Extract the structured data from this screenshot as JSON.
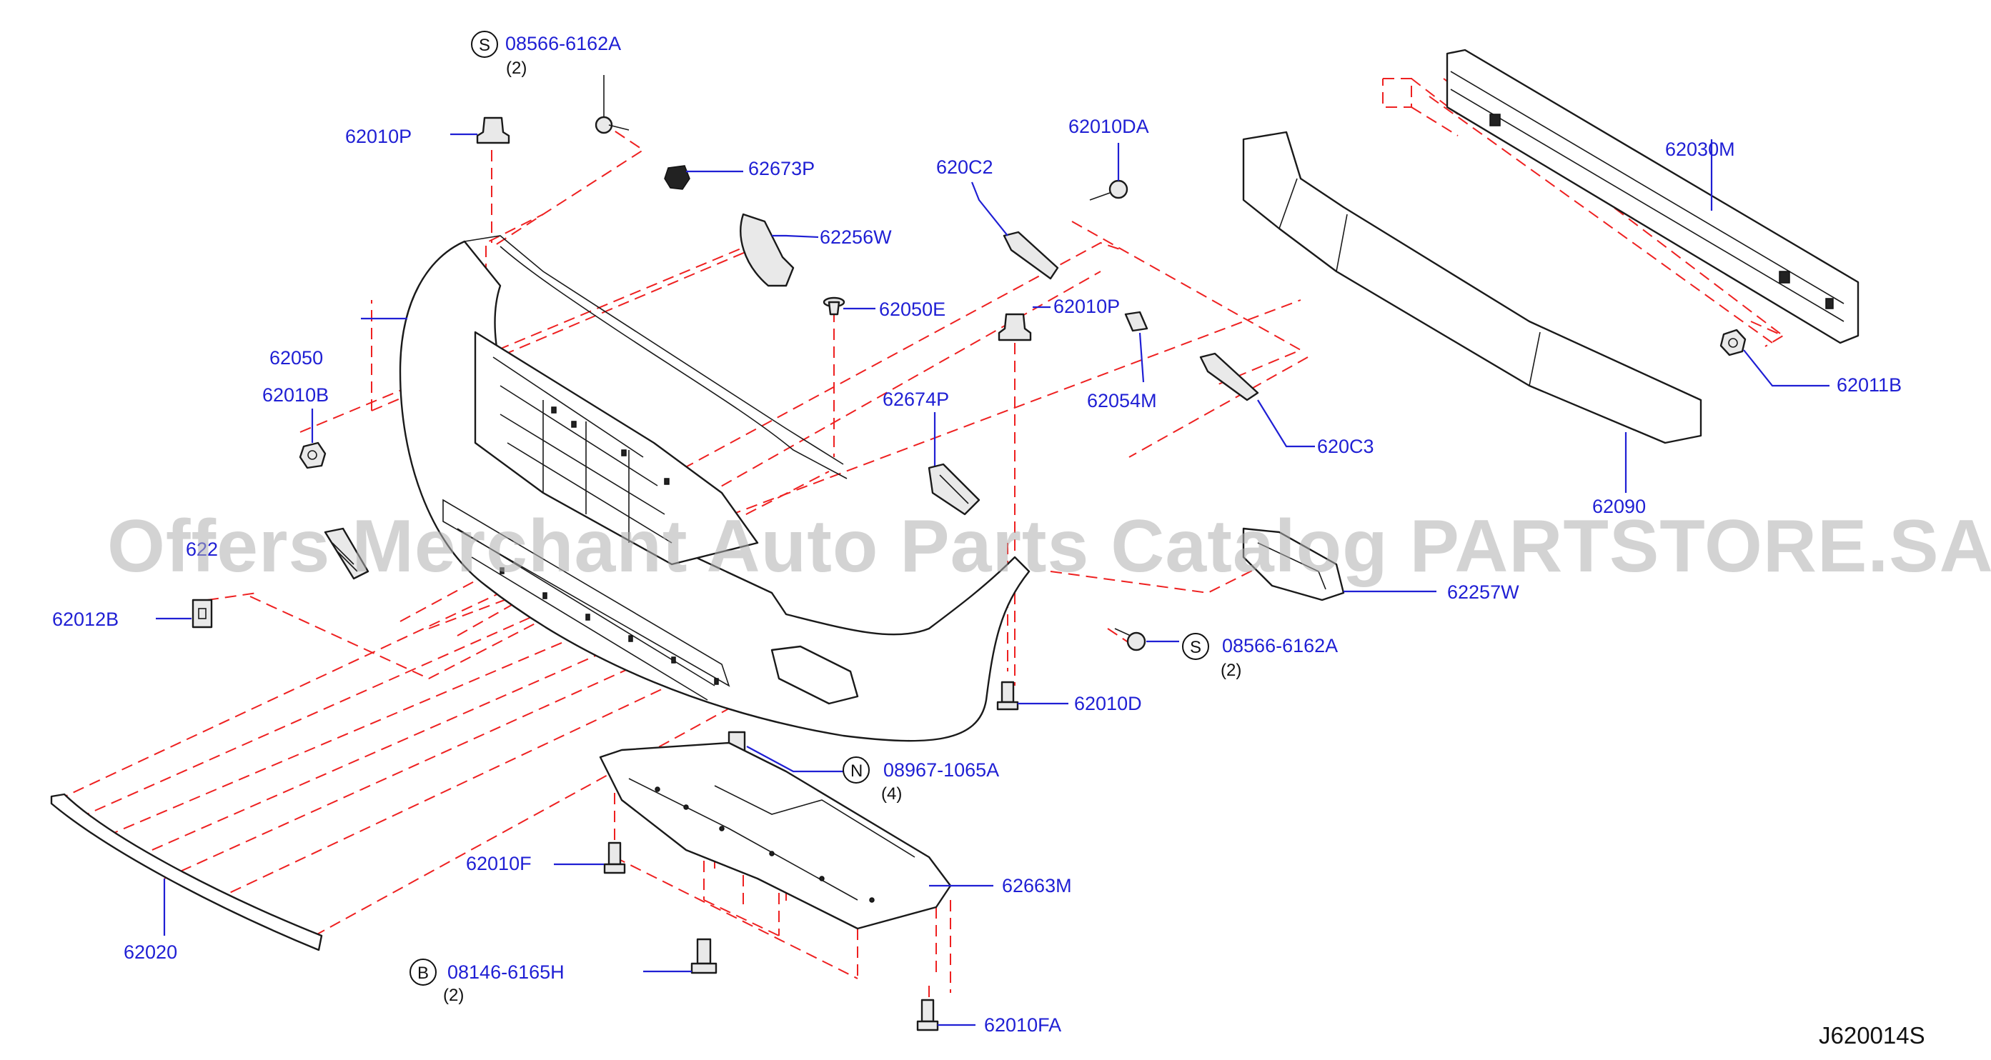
{
  "diagram": {
    "code": "J620014S",
    "watermark": "Offers Merchant Auto Parts Catalog PARTSTORE.SA",
    "colors": {
      "label": "#1f1fd4",
      "dash": "#ee2020",
      "outline": "#1a1a1a"
    }
  },
  "callouts": [
    {
      "id": "62010P_top",
      "text": "62010P"
    },
    {
      "id": "08566_top",
      "prefix": "S",
      "text": "08566-6162A",
      "qty": "(2)"
    },
    {
      "id": "62673P",
      "text": "62673P"
    },
    {
      "id": "62256W",
      "text": "62256W"
    },
    {
      "id": "62050E",
      "text": "62050E"
    },
    {
      "id": "62050",
      "text": "62050"
    },
    {
      "id": "62010B",
      "text": "62010B"
    },
    {
      "id": "622B_partial",
      "text": "622"
    },
    {
      "id": "62012B",
      "text": "62012B"
    },
    {
      "id": "620C2",
      "text": "620C2"
    },
    {
      "id": "62010DA",
      "text": "62010DA"
    },
    {
      "id": "62010P_mid",
      "text": "62010P"
    },
    {
      "id": "62054M",
      "text": "62054M"
    },
    {
      "id": "62674P",
      "text": "62674P"
    },
    {
      "id": "620C3",
      "text": "620C3"
    },
    {
      "id": "62030M",
      "text": "62030M"
    },
    {
      "id": "62011B",
      "text": "62011B"
    },
    {
      "id": "62090",
      "text": "62090"
    },
    {
      "id": "62257W",
      "text": "62257W"
    },
    {
      "id": "08566_bottom",
      "prefix": "S",
      "text": "08566-6162A",
      "qty": "(2)"
    },
    {
      "id": "62010D",
      "text": "62010D"
    },
    {
      "id": "08967",
      "prefix": "N",
      "text": "08967-1065A",
      "qty": "(4)"
    },
    {
      "id": "62663M",
      "text": "62663M"
    },
    {
      "id": "62010F",
      "text": "62010F"
    },
    {
      "id": "62020",
      "text": "62020"
    },
    {
      "id": "08146",
      "prefix": "B",
      "text": "08146-6165H",
      "qty": "(2)"
    },
    {
      "id": "62010FA",
      "text": "62010FA"
    }
  ]
}
